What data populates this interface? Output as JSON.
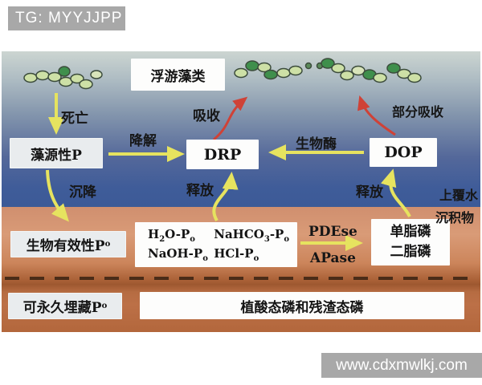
{
  "badge": {
    "text": "TG: MYYJJPP"
  },
  "watermark": {
    "text": "www.cdxmwlkj.com"
  },
  "colors": {
    "arrow_yellow": "#e6e35f",
    "arrow_red": "#cf4237",
    "water_top": "#ccd5d1",
    "water_bottom": "#3c5a97",
    "sediment_light": "#d99b77",
    "sediment_dark": "#9e5830",
    "sediment_lower": "#bc7047",
    "algae_light": "#cde0a6",
    "algae_dark": "#3f8f4c",
    "badge_bg": "#a8a8a8"
  },
  "boxes": {
    "phytoplankton": "浮游藻类",
    "algal_p": "藻源性P",
    "drp": "DRP",
    "dop": "DOP",
    "bioavailable_p": {
      "text": "生物有效性P",
      "sub": "o"
    },
    "buried_p": {
      "text": "可永久埋藏P",
      "sub": "o"
    },
    "monoester": "单脂磷",
    "diester": "二脂磷",
    "phytate": "植酸态磷和残渣态磷"
  },
  "fractions": [
    {
      "pre": "H",
      "sub": "2",
      "post": "O-P",
      "subo": "o"
    },
    {
      "pre": "NaHCO",
      "sub": "3",
      "post": "-P",
      "subo": "o"
    },
    {
      "pre": "NaOH",
      "sub": "",
      "post": "-P",
      "subo": "o"
    },
    {
      "pre": "HCl",
      "sub": "",
      "post": "-P",
      "subo": "o"
    }
  ],
  "labels": {
    "death": "死亡",
    "uptake": "吸收",
    "partial_uptake": "部分吸收",
    "degradation": "降解",
    "bio_enzyme": "生物酶",
    "settling": "沉降",
    "release_left": "释放",
    "release_right": "释放",
    "overlying_water": "上覆水",
    "sediment": "沉积物",
    "pdese": "PDEse",
    "apase": "APase"
  }
}
